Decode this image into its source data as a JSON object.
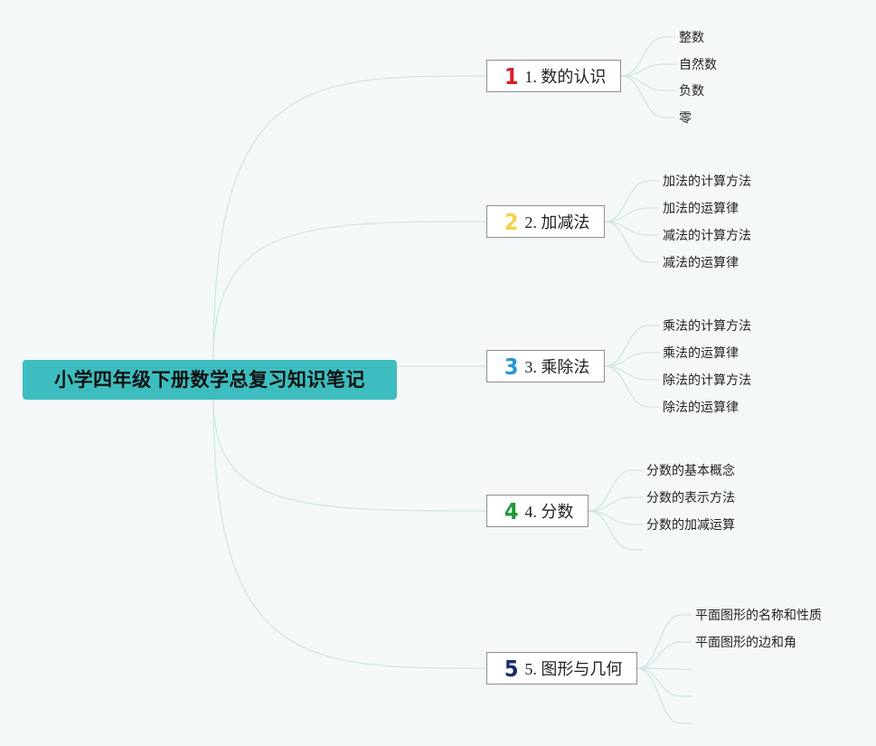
{
  "root": {
    "title": "小学四年级下册数学总复习知识笔记"
  },
  "branches": [
    {
      "badge": "1",
      "badge_color": "#d6202f",
      "label": "1. 数的认识",
      "leaves": [
        "整数",
        "自然数",
        "负数",
        "零"
      ]
    },
    {
      "badge": "2",
      "badge_color": "#f3d24e",
      "label": "2. 加减法",
      "leaves": [
        "加法的计算方法",
        "加法的运算律",
        "减法的计算方法",
        "减法的运算律"
      ]
    },
    {
      "badge": "3",
      "badge_color": "#2a97d4",
      "label": "3. 乘除法",
      "leaves": [
        "乘法的计算方法",
        "乘法的运算律",
        "除法的计算方法",
        "除法的运算律"
      ]
    },
    {
      "badge": "4",
      "badge_color": "#1e9a3a",
      "label": "4. 分数",
      "leaves": [
        "分数的基本概念",
        "分数的表示方法",
        "分数的加减运算"
      ]
    },
    {
      "badge": "5",
      "badge_color": "#1c2a6e",
      "label": "5. 图形与几何",
      "leaves": [
        "平面图形的名称和性质",
        "平面图形的边和角"
      ]
    }
  ]
}
